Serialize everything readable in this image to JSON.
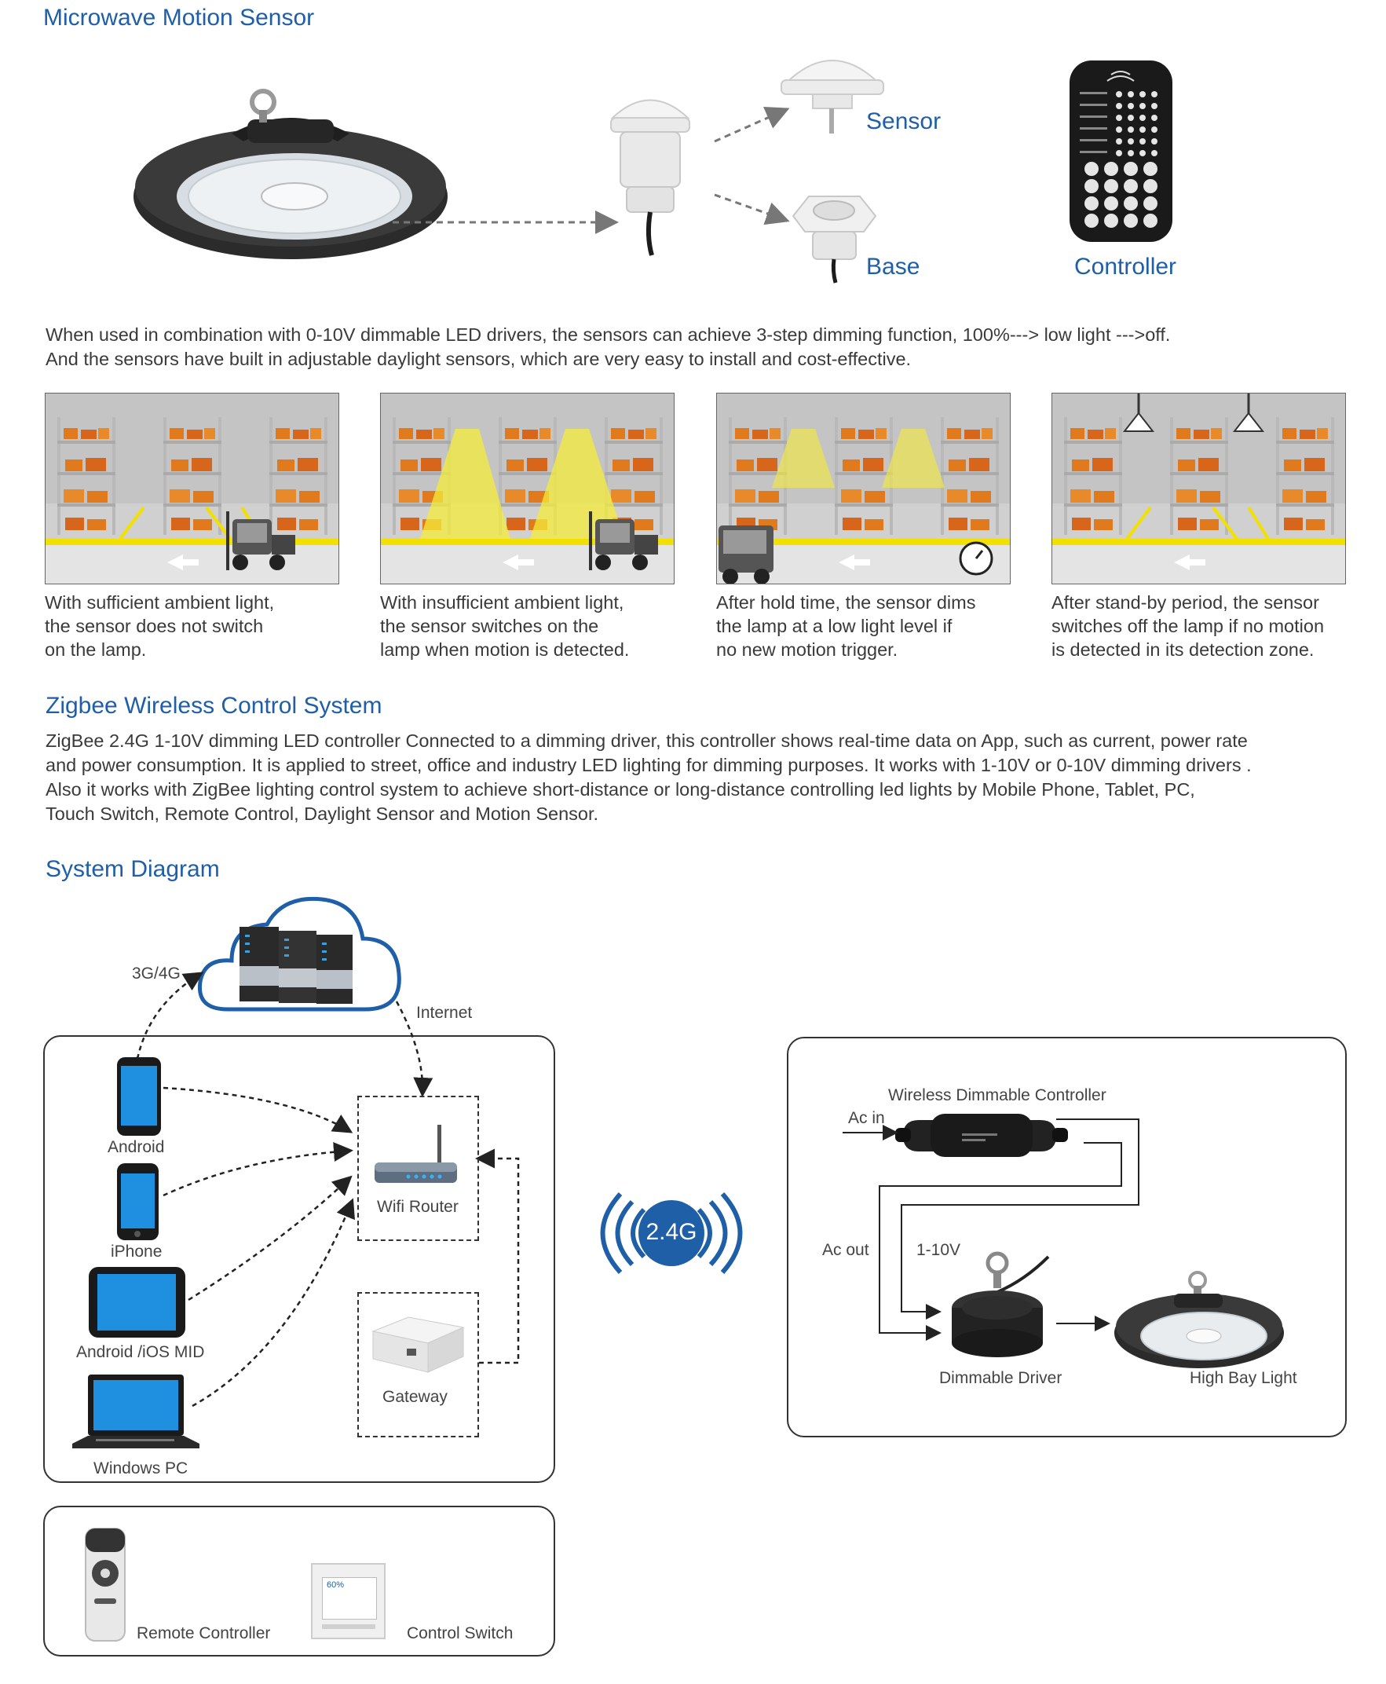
{
  "section1": {
    "title": "Microwave Motion Sensor",
    "labels": {
      "sensor": "Sensor",
      "base": "Base",
      "controller": "Controller"
    },
    "description": [
      "When used in combination with 0-10V dimmable LED drivers, the sensors can achieve 3-step dimming function, 100%---> low light --->off.",
      "And the sensors have built in adjustable daylight sensors, which are very easy to install and cost-effective."
    ],
    "scenes": [
      {
        "caption": [
          "With sufficient ambient light,",
          "the sensor does not switch",
          "on the lamp."
        ]
      },
      {
        "caption": [
          "With insufficient ambient light,",
          "the sensor switches on the",
          "lamp when motion is detected."
        ]
      },
      {
        "caption": [
          "After hold time, the sensor dims",
          "the lamp at a low light level if",
          "no new motion trigger."
        ]
      },
      {
        "caption": [
          "After stand-by period, the sensor",
          "switches off the lamp if no motion",
          "is detected in its detection zone."
        ]
      }
    ]
  },
  "section2": {
    "title": "Zigbee Wireless Control System",
    "description": [
      "ZigBee 2.4G 1-10V dimming LED controller Connected to a dimming driver, this controller shows real-time data on App, such as current, power rate",
      "and power consumption. It is applied to street, office and industry LED lighting for dimming purposes. It works with 1-10V or 0-10V dimming drivers .",
      "Also it works with ZigBee lighting control system to achieve short-distance or long-distance controlling led lights by Mobile Phone, Tablet, PC,",
      "Touch Switch, Remote Control, Daylight Sensor and Motion Sensor."
    ]
  },
  "section3": {
    "title": "System Diagram",
    "left": {
      "cloud_labels": {
        "mobile_link": "3G/4G",
        "internet": "Internet"
      },
      "devices": {
        "android": "Android",
        "iphone": "iPhone",
        "tablet": "Android /iOS MID",
        "pc": "Windows PC"
      },
      "router": "Wifi Router",
      "gateway": "Gateway",
      "bottom": {
        "remote": "Remote Controller",
        "switch": "Control Switch"
      },
      "switch_screen": "60%"
    },
    "badge": "2.4G",
    "right": {
      "controller": "Wireless Dimmable Controller",
      "ac_in": "Ac in",
      "ac_out": "Ac out",
      "dim": "1-10V",
      "driver": "Dimmable Driver",
      "light": "High Bay Light"
    }
  },
  "colors": {
    "heading": "#1e5fa8",
    "badge": "#1e5fa8",
    "text": "#3a3a3a",
    "beam": "#f2e600"
  }
}
